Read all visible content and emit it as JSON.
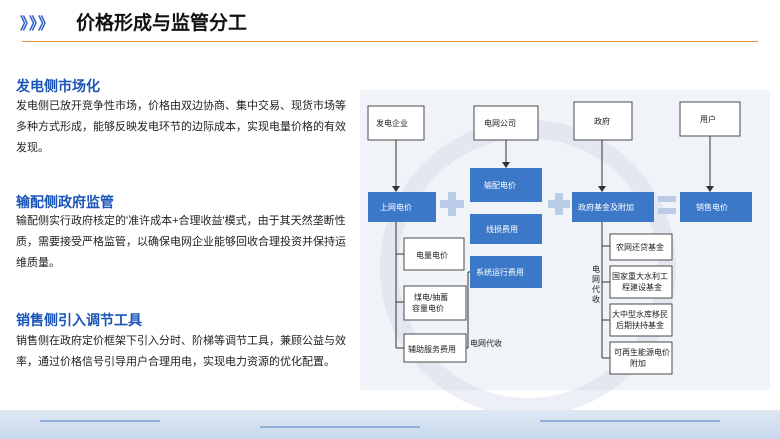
{
  "header": {
    "chevrons": "》》》",
    "title": "价格形成与监管分工"
  },
  "sections": [
    {
      "title": "发电侧市场化",
      "body": "发电侧已放开竞争性市场，价格由双边协商、集中交易、现货市场等多种方式形成，能够反映发电环节的边际成本，实现电量价格的有效发现。"
    },
    {
      "title": "输配侧政府监管",
      "body": "输配侧实行政府核定的'准许成本+合理收益'模式，由于其天然垄断性质，需要接受严格监管，以确保电网企业能够回收合理投资并保持运维质量。"
    },
    {
      "title": "销售侧引入调节工具",
      "body": "销售侧在政府定价框架下引入分时、阶梯等调节工具，兼顾公益与效率，通过价格信号引导用户合理用电，实现电力资源的优化配置。"
    }
  ],
  "diagram": {
    "sources": {
      "generator": "发电企业",
      "grid": "电网公司",
      "government": "政府",
      "user": "用户"
    },
    "blue": {
      "on_grid_price": "上网电价",
      "transmission_price": "输配电价",
      "line_loss": "线损费用",
      "system_cost": "系统运行费用",
      "fund_surcharge": "政府基金及附加",
      "retail_price": "销售电价"
    },
    "grid_agent_label": "电网代收",
    "generator_items": [
      "电量电价",
      "煤电/抽蓄容量电价",
      "辅助服务费用"
    ],
    "gov_vertical_label": "电网代收",
    "gov_items": [
      "农网还贷基金",
      "国家重大水利工程建设基金",
      "大中型水库移民后期扶持基金",
      "可再生能源电价附加"
    ],
    "operators": {
      "plus": "+",
      "equals": "="
    }
  }
}
